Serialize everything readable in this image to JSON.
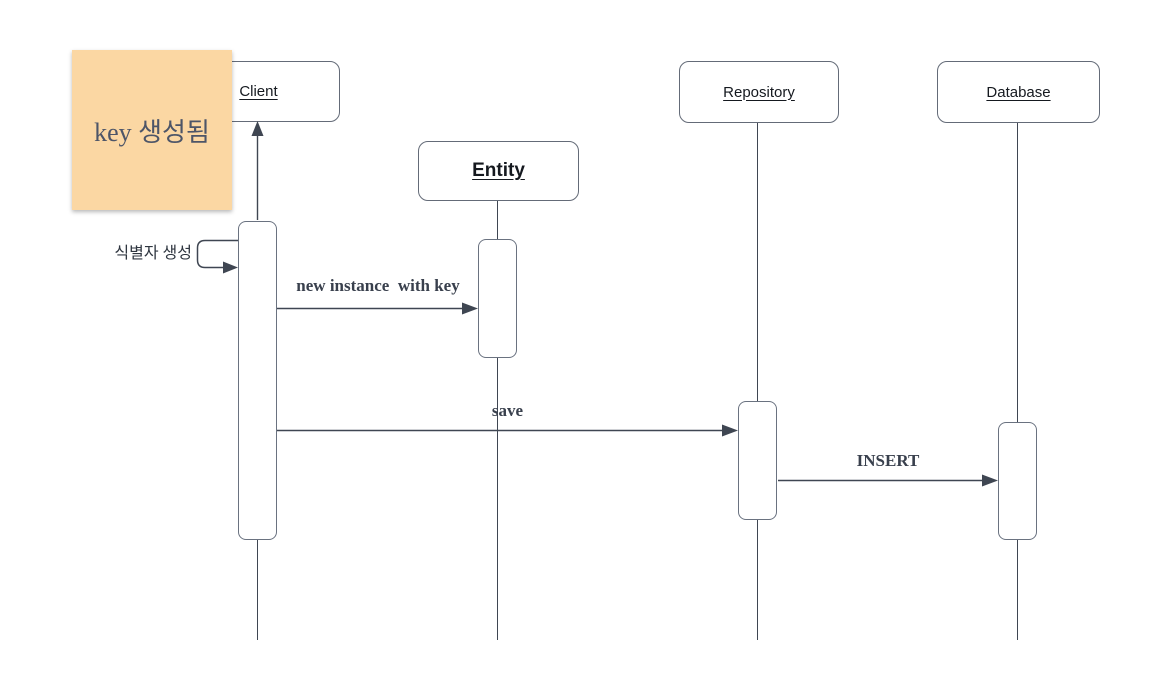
{
  "diagram": {
    "type": "uml-sequence",
    "note": {
      "text": "key 생성됨"
    },
    "participants": [
      {
        "id": "client",
        "label": "Client"
      },
      {
        "id": "entity",
        "label": "Entity"
      },
      {
        "id": "repository",
        "label": "Repository"
      },
      {
        "id": "database",
        "label": "Database"
      }
    ],
    "messages": [
      {
        "label": "식별자 생성",
        "from": "Client",
        "to": "Client",
        "kind": "self-message"
      },
      {
        "label": "new instance  with key",
        "from": "Client",
        "to": "Entity",
        "kind": "sync-arrow"
      },
      {
        "label": "save",
        "from": "Client",
        "to": "Repository",
        "kind": "sync-arrow"
      },
      {
        "label": "INSERT",
        "from": "Repository",
        "to": "Database",
        "kind": "sync-arrow"
      },
      {
        "label": "",
        "from": "Client-activation",
        "to": "Client",
        "kind": "return-up-arrow"
      }
    ],
    "colors": {
      "note_fill": "#fbd7a3",
      "note_text": "#4d5568",
      "line": "#3f4652",
      "box_border": "#646b78",
      "participant_text": "#15191f",
      "message_text": "#39404d",
      "background": "#ffffff"
    }
  }
}
